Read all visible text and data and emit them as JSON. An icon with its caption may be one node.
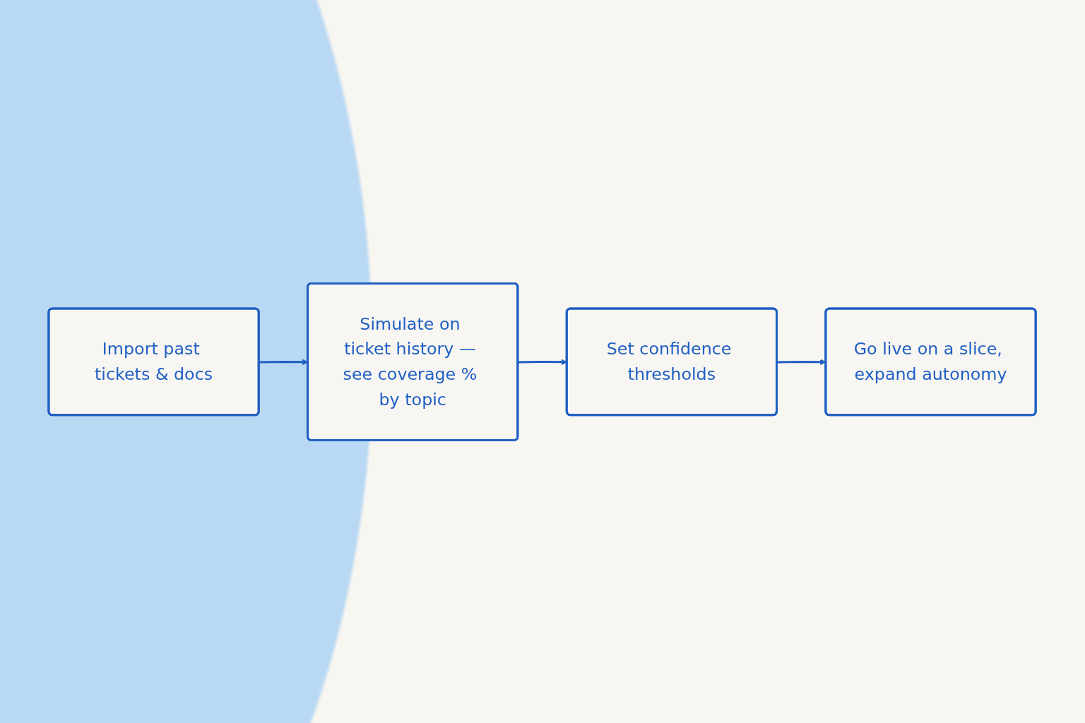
{
  "diagram": {
    "nodes": [
      {
        "text": [
          "Import past tickets & docs"
        ]
      },
      {
        "text": [
          "Simulate on ticket history — see coverage % by topic"
        ]
      },
      {
        "text": [
          "Set confidence thresholds"
        ]
      },
      {
        "text": [
          "Go live on a slice, expand autonomy"
        ]
      }
    ],
    "edges": [
      {
        "from": 0,
        "to": 1,
        "arrow": "to"
      },
      {
        "from": 1,
        "to": 2,
        "arrow": "to"
      },
      {
        "from": 2,
        "to": 3,
        "arrow": "to"
      }
    ]
  }
}
